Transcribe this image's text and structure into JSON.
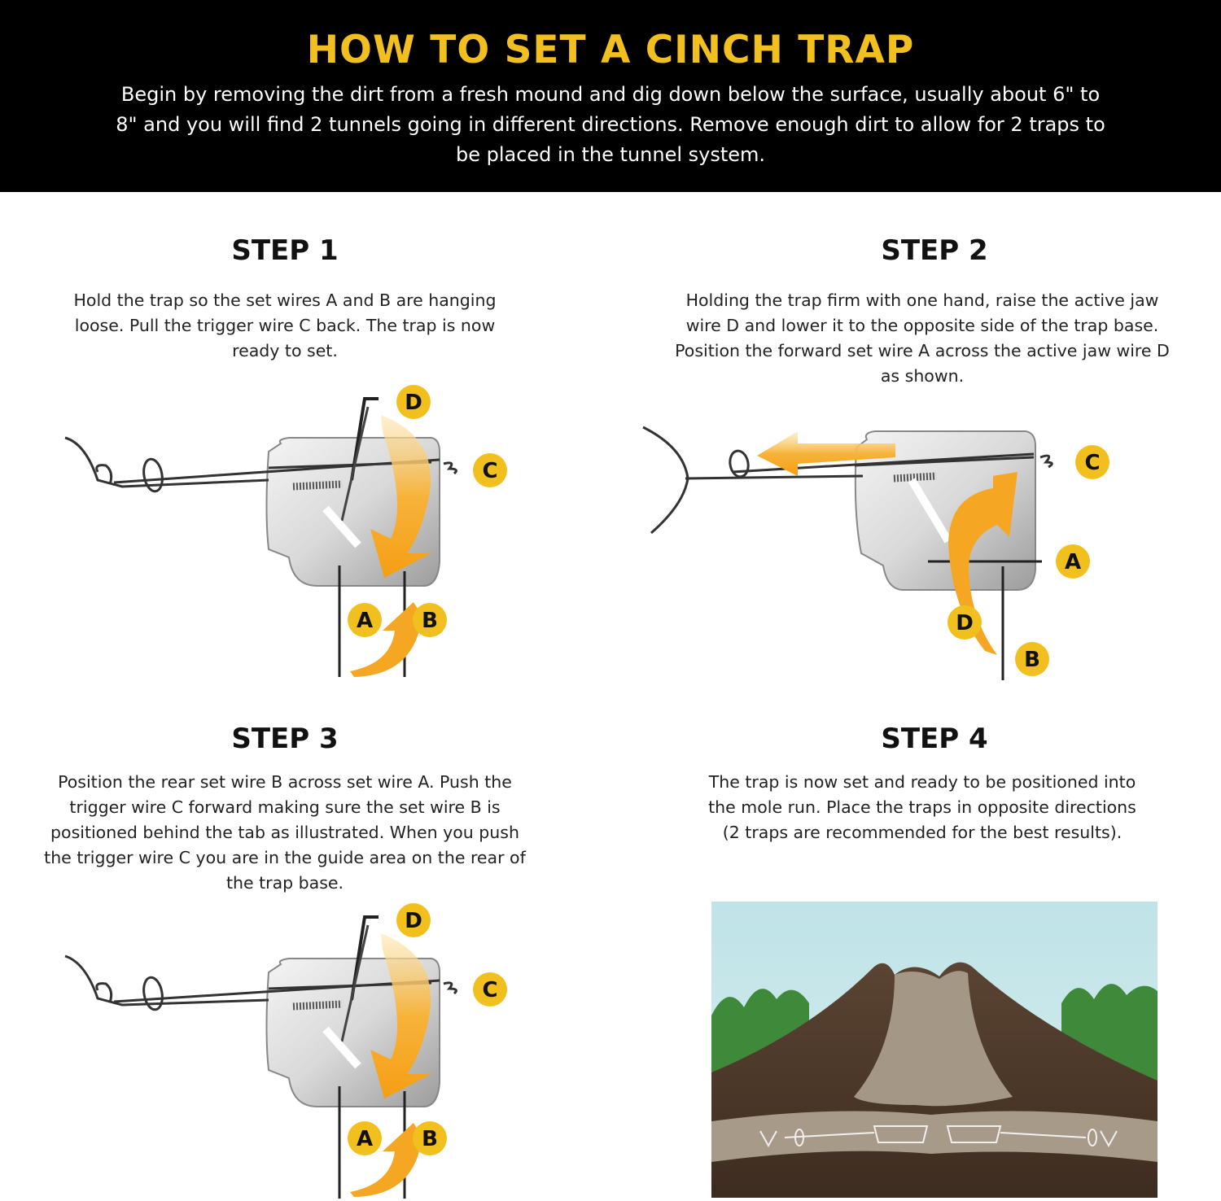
{
  "header": {
    "title": "HOW TO SET A CINCH TRAP",
    "intro": "Begin by removing the dirt from a fresh mound and dig down below the surface, usually about 6\" to 8\" and you will find 2 tunnels going in different directions. Remove enough dirt to allow for 2 traps to be placed in the tunnel system."
  },
  "steps": [
    {
      "title": "STEP 1",
      "text": "Hold the trap so the set wires A and B are hanging loose. Pull the trigger wire C back. The trap is now ready to set."
    },
    {
      "title": "STEP 2",
      "text": "Holding the trap firm with one hand, raise the active jaw wire D and lower it to the opposite side of the trap base. Position the forward set wire A across the active jaw wire D as shown."
    },
    {
      "title": "STEP 3",
      "text": "Position the rear set wire B across set wire A. Push the trigger wire C forward making sure the set wire B is positioned behind the tab as illustrated. When you push the trigger wire C you are in the guide area on the rear of the trap base."
    },
    {
      "title": "STEP 4",
      "text": "The trap is now set and ready to be positioned into the mole run. Place the traps in opposite directions (2 traps are recommended for the best results)."
    }
  ],
  "labels": {
    "a": "A",
    "b": "B",
    "c": "C",
    "d": "D"
  },
  "colors": {
    "accent": "#f2c01e",
    "arrow": "#f5a623",
    "background_header": "#000000"
  }
}
